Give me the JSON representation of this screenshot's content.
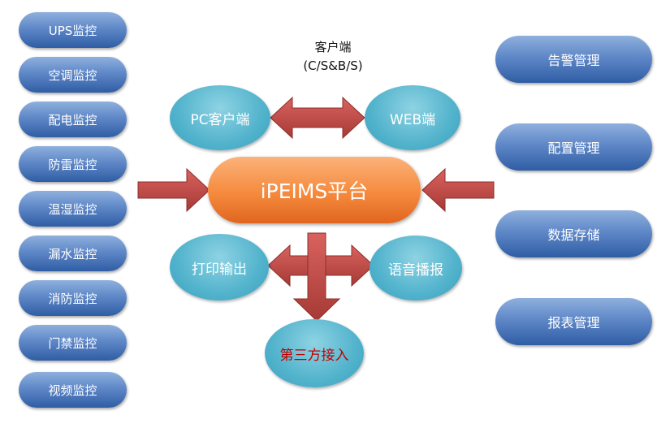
{
  "left_items": [
    "UPS监控",
    "空调监控",
    "配电监控",
    "防雷监控",
    "温湿监控",
    "漏水监控",
    "消防监控",
    "门禁监控",
    "视频监控"
  ],
  "right_items": [
    "告警管理",
    "配置管理",
    "数据存储",
    "报表管理"
  ],
  "client": {
    "title": "客户端",
    "subtitle": "(C/S&B/S)"
  },
  "pc_client": "PC客户端",
  "web_client": "WEB端",
  "platform": "iPEIMS平台",
  "print_output": "打印输出",
  "voice_broadcast": "语音播报",
  "third_party": "第三方接入",
  "colors": {
    "blue_pill": "#4a74b8",
    "orange_pill": "#f58a3d",
    "teal_ellipse": "#52b3cc",
    "arrow_fill": "#c0504d",
    "arrow_stroke": "#8c2f2c",
    "third_party_text": "#c00000"
  }
}
